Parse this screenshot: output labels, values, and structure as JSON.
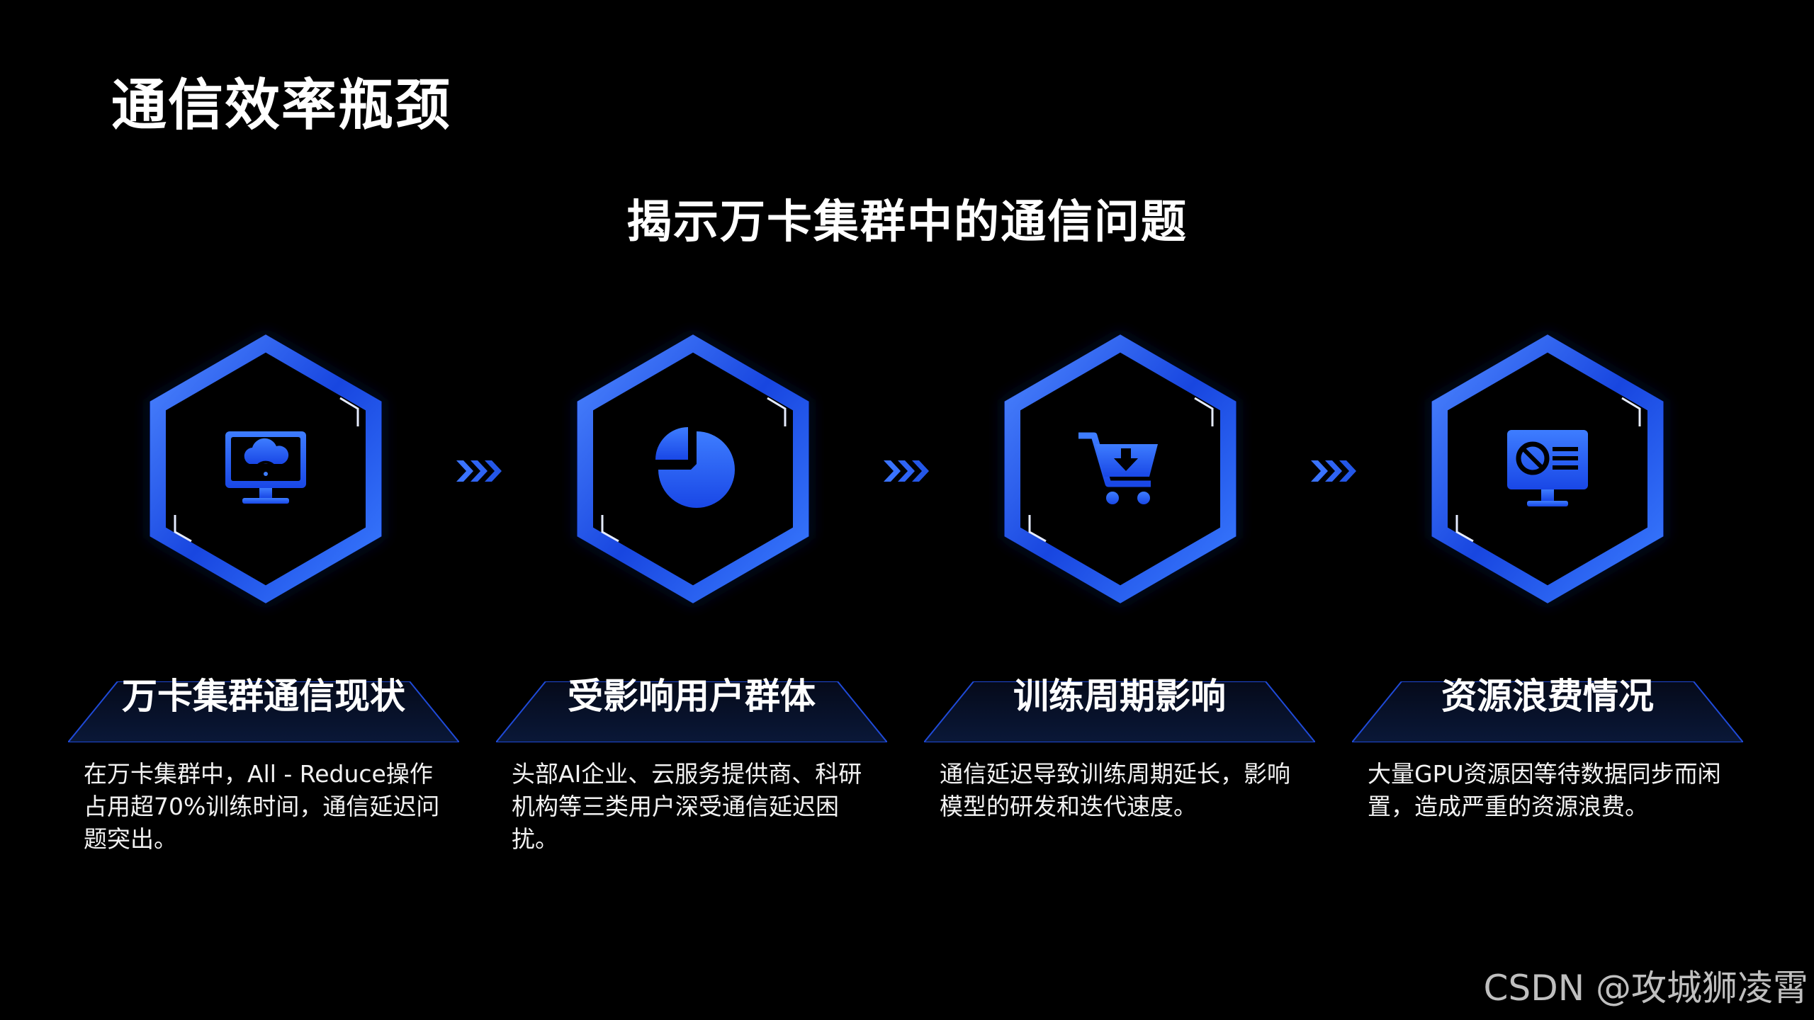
{
  "slide": {
    "title": "通信效率瓶颈",
    "subtitle": "揭示万卡集群中的通信问题"
  },
  "colors": {
    "background": "#000000",
    "accent": "#1f5bff",
    "accent_light": "#3f7cff",
    "text": "#ffffff"
  },
  "steps": [
    {
      "icon": "cloud-monitor-icon",
      "title": "万卡集群通信现状",
      "description": "在万卡集群中，All - Reduce操作占用超70%训练时间，通信延迟问题突出。"
    },
    {
      "icon": "pie-chart-icon",
      "title": "受影响用户群体",
      "description": "头部AI企业、云服务提供商、科研机构等三类用户深受通信延迟困扰。"
    },
    {
      "icon": "shopping-cart-icon",
      "title": "训练周期影响",
      "description": "通信延迟导致训练周期延长，影响模型的研发和迭代速度。"
    },
    {
      "icon": "dashboard-monitor-icon",
      "title": "资源浪费情况",
      "description": "大量GPU资源因等待数据同步而闲置，造成严重的资源浪费。"
    }
  ],
  "watermark": "CSDN @攻城狮凌霄"
}
